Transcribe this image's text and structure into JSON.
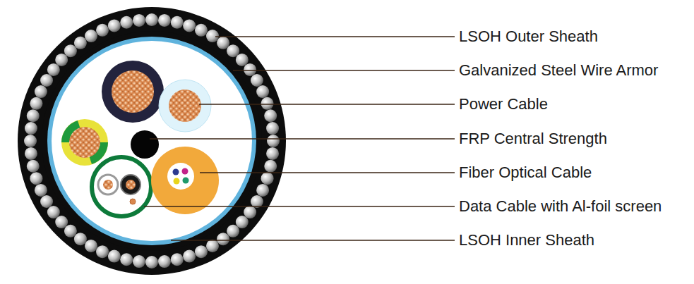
{
  "diagram": {
    "labels": [
      "LSOH Outer Sheath",
      "Galvanized Steel Wire Armor",
      "Power Cable",
      "FRP Central Strength",
      "Fiber Optical Cable",
      "Data Cable with Al-foil screen",
      "LSOH Inner Sheath"
    ]
  }
}
